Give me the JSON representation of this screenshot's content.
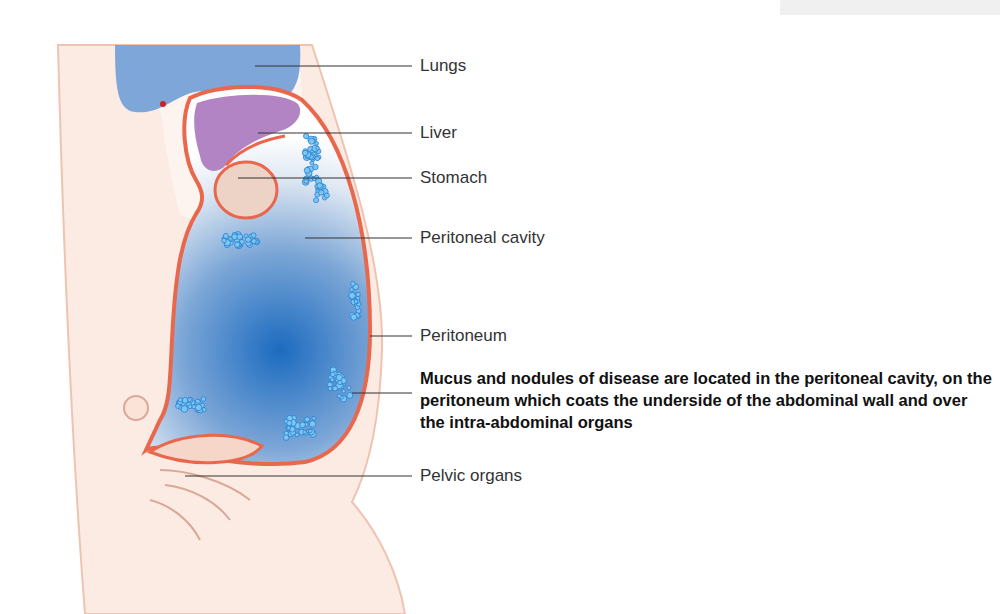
{
  "diagram": {
    "labels": [
      "Lungs",
      "Liver",
      "Stomach",
      "Peritoneal cavity",
      "Peritoneum",
      "Mucus and nodules of disease are located in the peritoneal cavity, on the peritoneum which coats the underside of the abdominal wall and over the intra-abdominal organs",
      "Pelvic organs"
    ]
  }
}
